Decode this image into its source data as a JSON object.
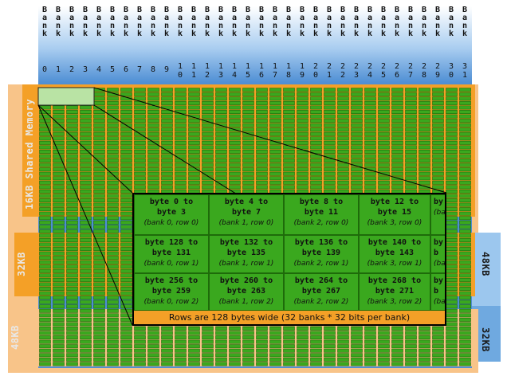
{
  "bank_word": "Bank",
  "bank_numbers": [
    "0",
    "1",
    "2",
    "3",
    "4",
    "5",
    "6",
    "7",
    "8",
    "9",
    "10",
    "11",
    "12",
    "13",
    "14",
    "15",
    "16",
    "17",
    "18",
    "19",
    "20",
    "21",
    "22",
    "23",
    "24",
    "25",
    "26",
    "27",
    "28",
    "29",
    "30",
    "31"
  ],
  "labels": {
    "shared_memory_16kb": "16KB Shared Memory",
    "left_32kb": "32KB",
    "left_48kb": "48KB",
    "right_48kb": "48KB",
    "right_32kb": "32KB"
  },
  "zoom_cells": [
    [
      {
        "l1": "byte 0 to",
        "l2": "byte 3",
        "l3": "(bank 0, row 0)"
      },
      {
        "l1": "byte 4 to",
        "l2": "byte 7",
        "l3": "(bank 1, row 0)"
      },
      {
        "l1": "byte 8 to",
        "l2": "byte 11",
        "l3": "(bank 2, row 0)"
      },
      {
        "l1": "byte 12 to",
        "l2": "byte 15",
        "l3": "(bank 3, row 0)"
      },
      {
        "l1": "by",
        "l2": "",
        "l3": "(ba"
      }
    ],
    [
      {
        "l1": "byte 128 to",
        "l2": "byte 131",
        "l3": "(bank 0, row 1)"
      },
      {
        "l1": "byte 132 to",
        "l2": "byte 135",
        "l3": "(bank 1, row 1)"
      },
      {
        "l1": "byte 136 to",
        "l2": "byte 139",
        "l3": "(bank 2, row 1)"
      },
      {
        "l1": "byte 140 to",
        "l2": "byte 143",
        "l3": "(bank 3, row 1)"
      },
      {
        "l1": "by",
        "l2": "b",
        "l3": "(ba"
      }
    ],
    [
      {
        "l1": "byte 256 to",
        "l2": "byte 259",
        "l3": "(bank 0, row 2)"
      },
      {
        "l1": "byte 260 to",
        "l2": "byte 263",
        "l3": "(bank 1, row 2)"
      },
      {
        "l1": "byte 264 to",
        "l2": "byte 267",
        "l3": "(bank 2, row 2)"
      },
      {
        "l1": "byte 268 to",
        "l2": "byte 271",
        "l3": "(bank 3, row 2)"
      },
      {
        "l1": "by",
        "l2": "b",
        "l3": "(ba"
      }
    ]
  ],
  "rows_caption": "Rows are 128 bytes wide (32 banks * 32 bits per bank)",
  "colors": {
    "bank_blue": "#4f8fd4",
    "orange": "#f4a027",
    "light_orange": "#f8c489",
    "light_blue": "#9cc7ee",
    "cell_green": "#3aa81e",
    "cell_dark": "#1e6b0a"
  }
}
